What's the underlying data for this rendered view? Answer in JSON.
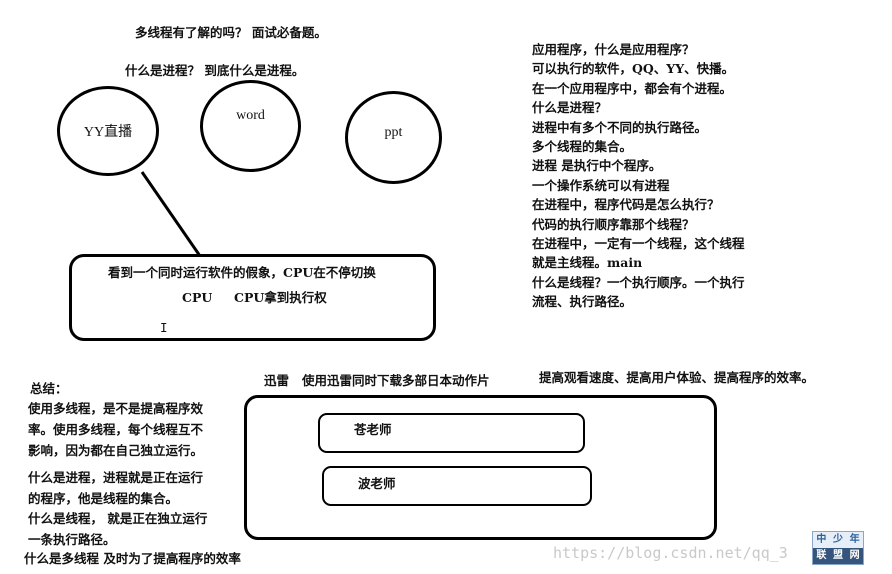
{
  "header": {
    "question": "多线程有了解的吗？ 面试必备题。",
    "subquestion": "什么是进程？ 到底什么是进程。"
  },
  "processes": [
    "YY直播",
    "word",
    "ppt"
  ],
  "cpu_box": {
    "line1": "看到一个同时运行软件的假象，CPU在不停切换",
    "line2": "CPU     CPU拿到执行权",
    "cursor": "I"
  },
  "right_notes": [
    "应用程序，什么是应用程序？",
    "可以执行的软件，QQ、YY、快播。",
    "在一个应用程序中，都会有个进程。",
    "什么是进程？",
    "进程中有多个不同的执行路径。",
    "多个线程的集合。",
    "进程 是执行中个程序。",
    "一个操作系统可以有进程",
    "在进程中，程序代码是怎么执行？",
    "代码的执行顺序靠那个线程？",
    "在进程中，一定有一个线程，这个线程",
    "就是主线程。main",
    "什么是线程？一个执行顺序。一个执行",
    "流程、执行路径。"
  ],
  "xunlei": {
    "caption": "迅雷   使用迅雷同时下载多部日本动作片",
    "benefit": "提高观看速度、提高用户体验、提高程序的效率。",
    "tasks": [
      "苍老师",
      "波老师"
    ]
  },
  "summary": {
    "title": "总结：",
    "para1": [
      "使用多线程，是不是提高程序效",
      "率。使用多线程，每个线程互不",
      "影响，因为都在自己独立运行。"
    ],
    "para2": [
      "什么是进程，进程就是正在运行",
      "的程序，他是线程的集合。",
      "什么是线程， 就是正在独立运行",
      "一条执行路径。"
    ],
    "footer": "什么是多线程 及时为了提高程序的效率"
  },
  "watermark": "https://blog.csdn.net/qq_3",
  "logo": {
    "top": [
      "中",
      "少",
      "年"
    ],
    "bottom": [
      "联",
      "盟",
      "网"
    ]
  }
}
